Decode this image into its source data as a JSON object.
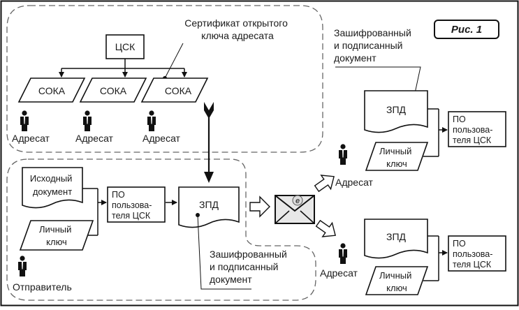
{
  "figure_label": "Рис. 1",
  "cert_label": [
    "Сертификат открытого",
    "ключа адресата"
  ],
  "csk_label": "ЦСК",
  "soka_label": "СОКА",
  "addressee_label": "Адресат",
  "sender_label": "Отправитель",
  "source_doc_label": [
    "Исходный",
    "документ"
  ],
  "private_key_label": [
    "Личный",
    "ключ"
  ],
  "software_label": [
    "ПО",
    "пользова-",
    "теля ЦСК"
  ],
  "zpd_label": "ЗПД",
  "encrypted_doc_label": [
    "Зашифрованный",
    "и подписанный",
    "документ"
  ]
}
